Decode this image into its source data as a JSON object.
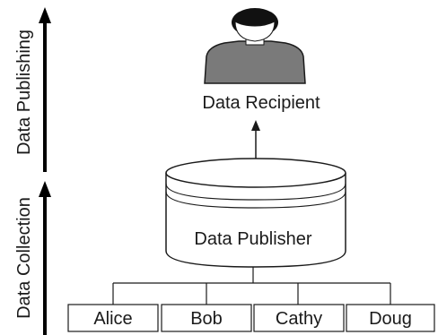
{
  "phases": {
    "publishing_label": "Data Publishing",
    "collection_label": "Data Collection"
  },
  "recipient": {
    "label": "Data Recipient",
    "icon": "person-icon"
  },
  "publisher": {
    "label": "Data Publisher",
    "icon": "database-cylinder-icon"
  },
  "data_owners": [
    "Alice",
    "Bob",
    "Cathy",
    "Doug"
  ],
  "colors": {
    "stroke": "#1a1a1a",
    "person_hair": "#111111",
    "person_body": "#7a7a7a",
    "person_face": "#ffffff",
    "box_fill": "#ffffff"
  }
}
